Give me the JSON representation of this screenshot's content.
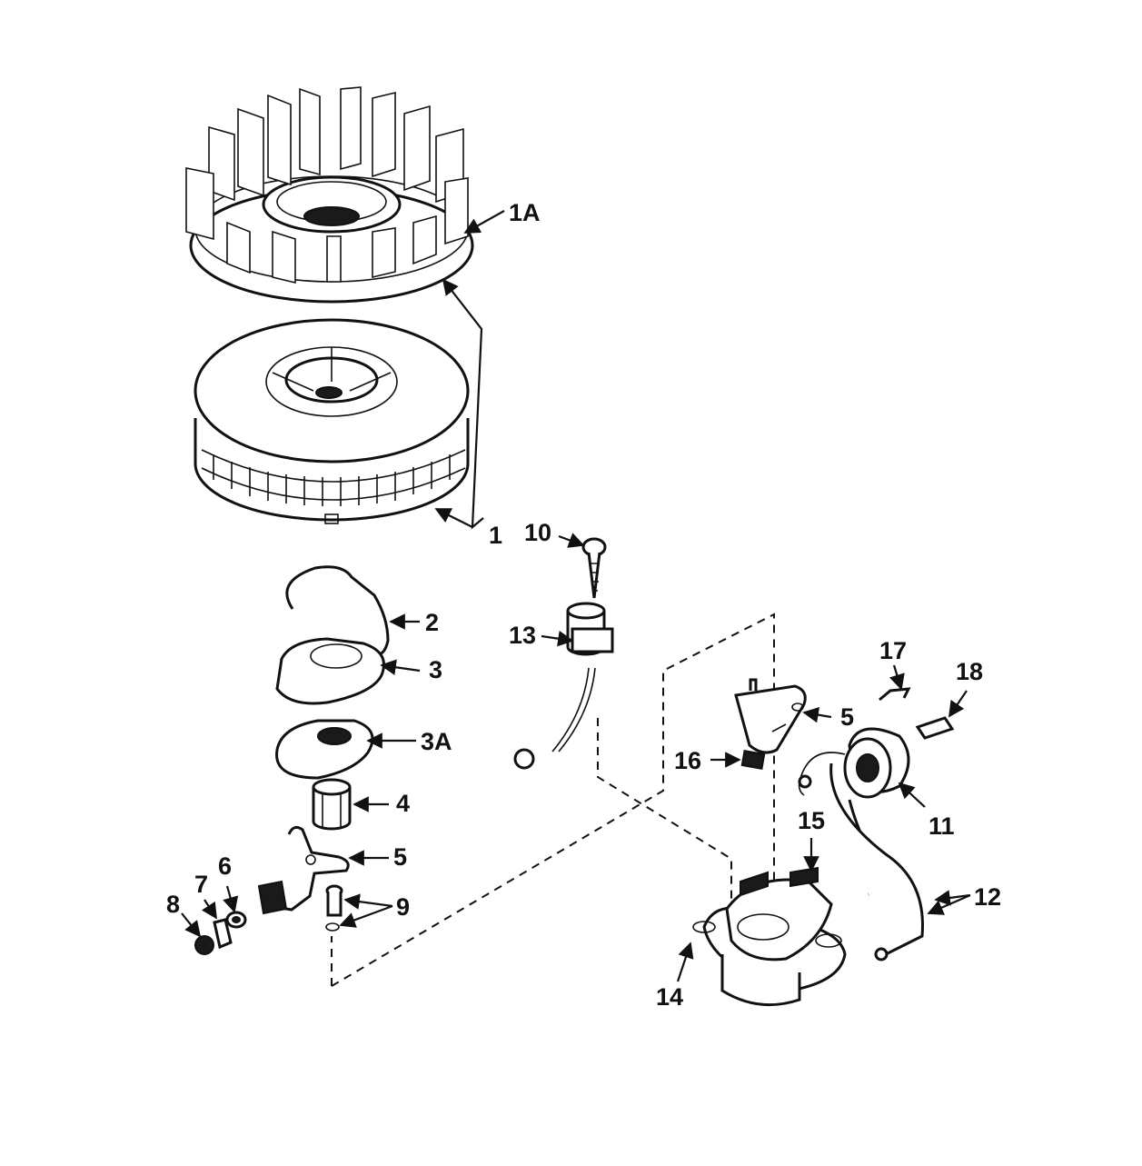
{
  "callouts": {
    "c1a": "1A",
    "c1": "1",
    "c2": "2",
    "c3": "3",
    "c3a": "3A",
    "c4": "4",
    "c5a": "5",
    "c5b": "5",
    "c6": "6",
    "c7": "7",
    "c8": "8",
    "c9": "9",
    "c10": "10",
    "c11": "11",
    "c12": "12",
    "c13": "13",
    "c14": "14",
    "c15": "15",
    "c16": "16",
    "c17": "17",
    "c18": "18"
  }
}
